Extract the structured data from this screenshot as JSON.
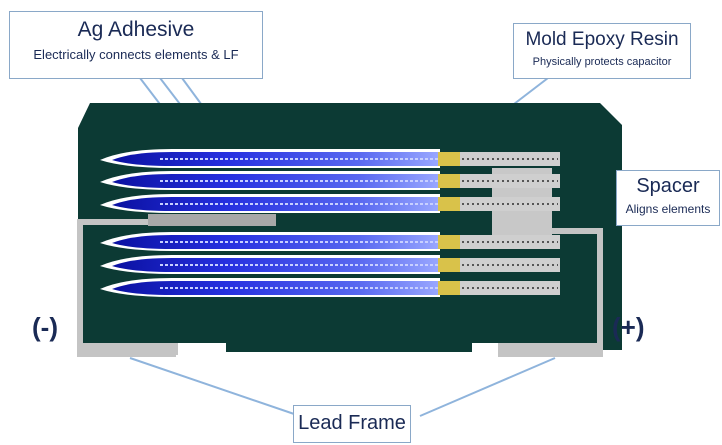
{
  "callouts": {
    "ag_adhesive": {
      "title": "Ag Adhesive",
      "subtitle": "Electrically connects elements & LF"
    },
    "mold_epoxy": {
      "title": "Mold Epoxy Resin",
      "subtitle": "Physically protects capacitor"
    },
    "spacer": {
      "title": "Spacer",
      "subtitle": "Aligns elements"
    },
    "lead_frame": {
      "title": "Lead Frame"
    }
  },
  "polarity": {
    "negative": "(-)",
    "positive": "(+)"
  },
  "colors": {
    "mold": "#0c3a34",
    "lead_frame": "#c4c4c4",
    "element_blue": "#1a24c8",
    "leader_line": "#8fb4dc",
    "text": "#1a2a55",
    "weld": "#d9c24a"
  },
  "elements": {
    "count": 6
  }
}
